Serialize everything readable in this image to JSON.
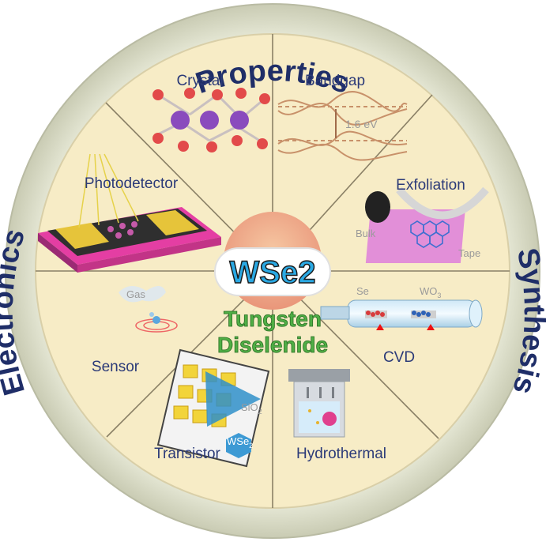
{
  "ring": {
    "top": "Properties",
    "left": "Electronics",
    "right": "Synthesis"
  },
  "segments": {
    "crystal": "Crystal",
    "bandgap": "Bandgap",
    "bandgap_value": "1.6 eV",
    "exfoliation": "Exfoliation",
    "bulk": "Bulk",
    "tape": "Tape",
    "cvd": "CVD",
    "cvd_se": "Se",
    "cvd_wo3": "WO",
    "cvd_wo3_sub": "3",
    "hydrothermal": "Hydrothermal",
    "transistor": "Transistor",
    "sio2": "SiO",
    "sio2_sub": "2",
    "wse2_small": "WSe",
    "wse2_small_sub": "2",
    "sensor": "Sensor",
    "gas": "Gas",
    "photodetector": "Photodetector"
  },
  "center": {
    "title": "WSe2",
    "name_line1": "Tungsten",
    "name_line2": "Diselenide"
  },
  "colors": {
    "outer_ring": "#e8ead8",
    "segment_fill": "#f7ecc6",
    "ring_text": "#1f2e68",
    "center_title": "#2aa9e4",
    "center_name": "#4fae45"
  }
}
